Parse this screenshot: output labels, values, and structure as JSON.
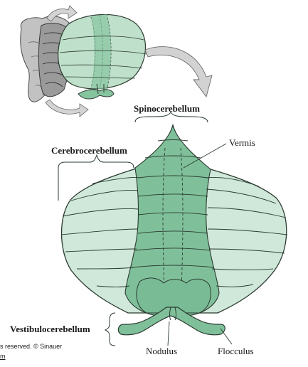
{
  "labels": {
    "spinocerebellum": "Spinocerebellum",
    "vermis": "Vermis",
    "cerebrocerebellum": "Cerebrocerebellum",
    "vestibulocerebellum": "Vestibulocerebellum",
    "nodulus": "Nodulus",
    "flocculus": "Flocculus"
  },
  "copyright": {
    "line1": "s reserved. © Sinauer",
    "line2": "m"
  },
  "colors": {
    "lateral_fill": "#cfe8d9",
    "vermis_fill": "#7fc09a",
    "outline": "#2b3a30",
    "arrow_fill": "#d2d2d2",
    "brainstem_fill": "#b9b9b9"
  },
  "icons": {
    "top_arrow": "curved-arrow-icon",
    "big_arrow": "curved-arrow-icon",
    "bottom_arrow": "curved-arrow-icon"
  }
}
